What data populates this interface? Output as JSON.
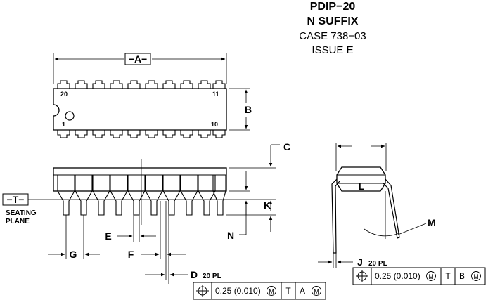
{
  "header": {
    "package_name": "PDIP−20",
    "suffix": "N SUFFIX",
    "case": "CASE 738−03",
    "issue": "ISSUE E"
  },
  "top_view": {
    "dim_a": "A",
    "dim_b": "B",
    "pin_20": "20",
    "pin_11": "11",
    "pin_1": "1",
    "pin_10": "10"
  },
  "side_view": {
    "datum_t": "−T−",
    "seating_plane_line1": "SEATING",
    "seating_plane_line2": "PLANE",
    "dim_c": "C",
    "dim_k": "K",
    "dim_n": "N",
    "dim_e": "E",
    "dim_g": "G",
    "dim_f": "F",
    "dim_d": "D",
    "d_note": "20 PL"
  },
  "end_view": {
    "dim_l": "L",
    "dim_m": "M",
    "dim_j": "J",
    "j_note": "20 PL"
  },
  "tolerance_frames": {
    "d_frame": {
      "symbol": "position-symbol",
      "value": "0.25 (0.010)",
      "modifier": "M",
      "datum_1": "T",
      "datum_2": "A",
      "datum_2_modifier": "M"
    },
    "j_frame": {
      "symbol": "position-symbol",
      "value": "0.25 (0.010)",
      "modifier": "M",
      "datum_1": "T",
      "datum_2": "B",
      "datum_2_modifier": "M"
    }
  }
}
